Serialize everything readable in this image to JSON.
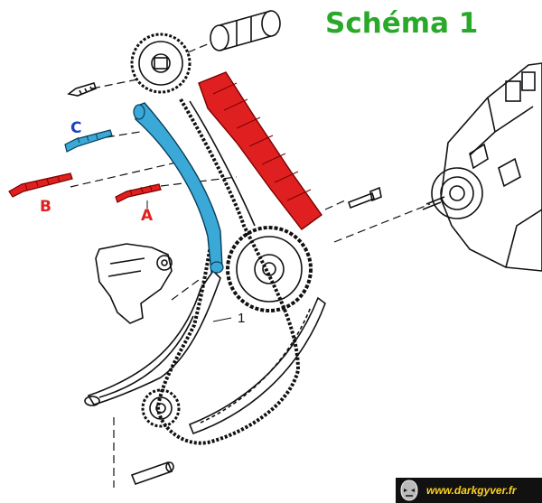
{
  "diagram": {
    "title": "Schéma 1",
    "labels": {
      "a": "A",
      "b": "B",
      "c": "C",
      "chain": "1"
    },
    "colors": {
      "title": "#2aa82a",
      "red_part": "#e02020",
      "blue_part": "#3ba9d8",
      "label_c": "#2040c0"
    }
  },
  "footer": {
    "website": "www.darkgyver.fr",
    "logo_icon": "helmet-face-icon"
  }
}
